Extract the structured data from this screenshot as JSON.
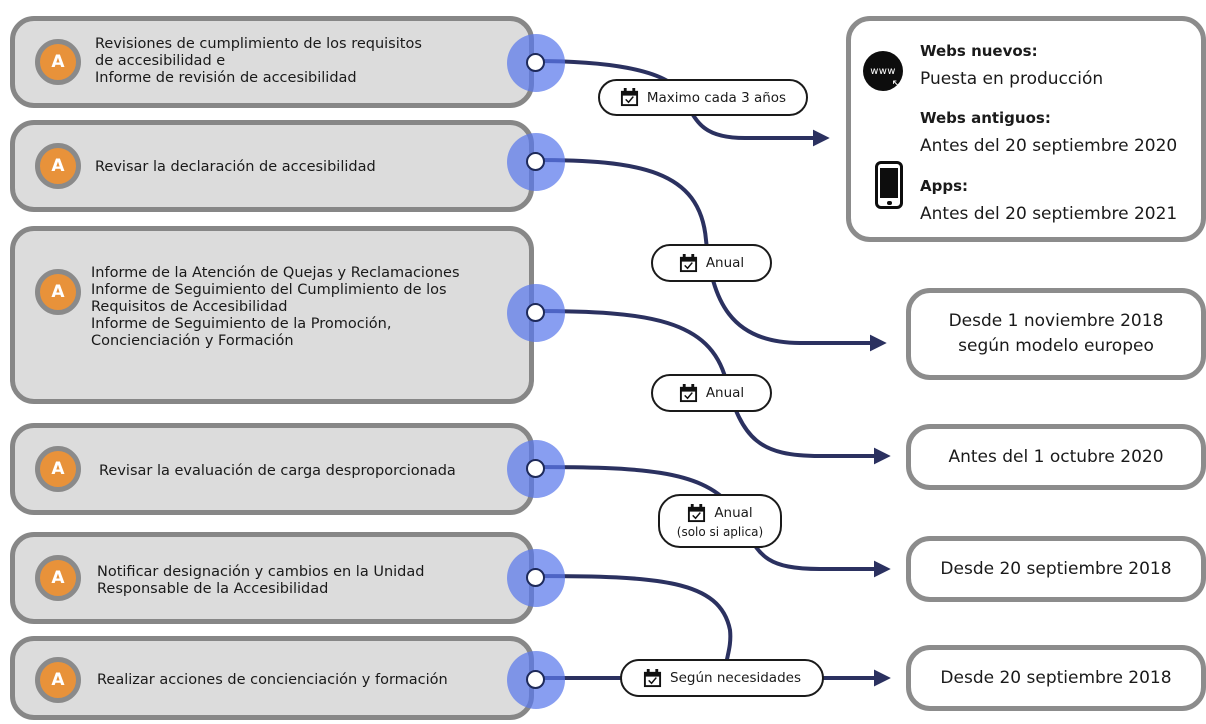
{
  "tasks": [
    {
      "badge": "A",
      "lines": [
        "Revisiones de cumplimiento de los requisitos",
        "de accesibilidad e",
        "Informe de revisión de accesibilidad"
      ]
    },
    {
      "badge": "A",
      "lines": [
        "Revisar la declaración de accesibilidad"
      ]
    },
    {
      "badge": "A",
      "lines": [
        "Informe de la Atención de Quejas y Reclamaciones",
        "Informe de Seguimiento del Cumplimiento de los",
        "Requisitos de Accesibilidad",
        "Informe de Seguimiento de la Promoción,",
        "Concienciación y Formación"
      ]
    },
    {
      "badge": "A",
      "lines": [
        "Revisar la evaluación de carga desproporcionada"
      ]
    },
    {
      "badge": "A",
      "lines": [
        "Notificar designación y cambios en la Unidad",
        "Responsable de la Accesibilidad"
      ]
    },
    {
      "badge": "A",
      "lines": [
        "Realizar acciones de concienciación y formación"
      ]
    }
  ],
  "frequencies": [
    {
      "label": "Maximo cada 3 años"
    },
    {
      "label": "Anual"
    },
    {
      "label": "Anual"
    },
    {
      "label": "Anual",
      "sub": "(solo si aplica)"
    },
    {
      "label": "Según necesidades"
    }
  ],
  "destinations": {
    "first": {
      "webs_nuevos_label": "Webs nuevos:",
      "webs_nuevos_value": "Puesta en producción",
      "webs_antiguos_label": "Webs antiguos:",
      "webs_antiguos_value": "Antes del 20 septiembre 2020",
      "apps_label": "Apps:",
      "apps_value": "Antes del 20 septiembre 2021",
      "www_icon_text": "www"
    },
    "boxes": [
      {
        "lines": [
          "Desde 1 noviembre 2018",
          "según modelo europeo"
        ]
      },
      {
        "lines": [
          "Antes del 1 octubre 2020"
        ]
      },
      {
        "lines": [
          "Desde 20 septiembre 2018"
        ]
      },
      {
        "lines": [
          "Desde 20 septiembre 2018"
        ]
      }
    ]
  },
  "colors": {
    "connector": "#2b3160",
    "node_halo": "#5a78eb",
    "badge": "#e8923a",
    "task_fill": "#dcdcdc",
    "task_border": "#878787"
  }
}
